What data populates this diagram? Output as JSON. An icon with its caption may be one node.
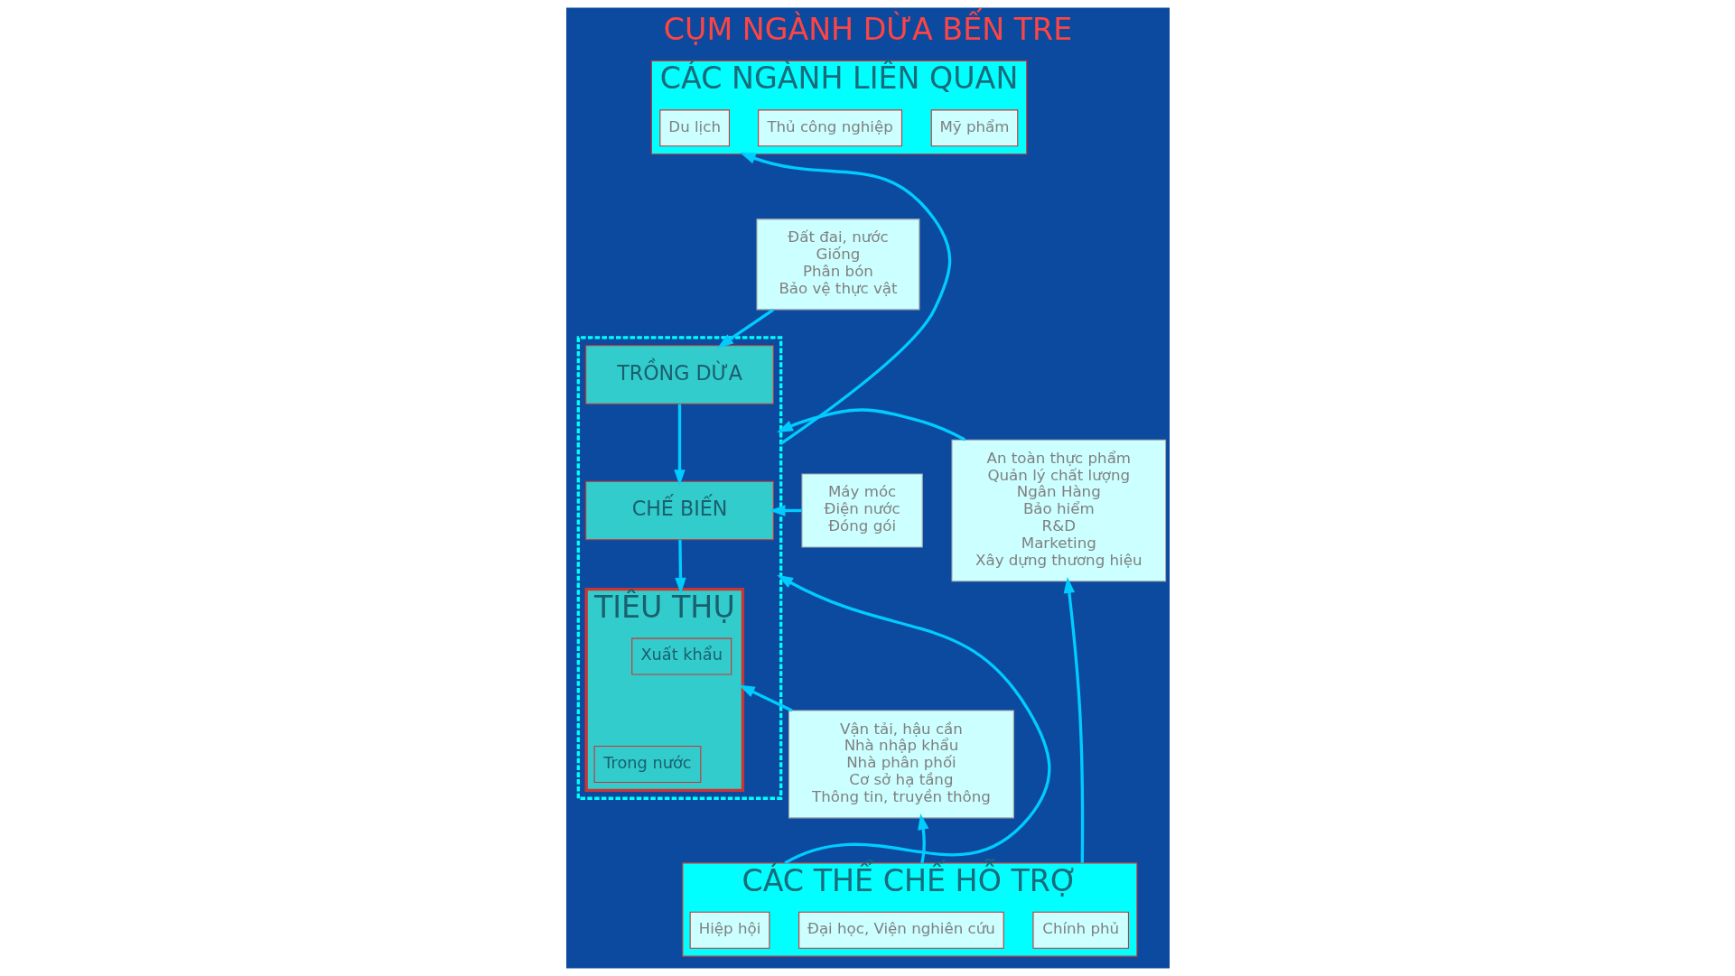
{
  "diagram": {
    "title": "CỤM NGÀNH DỪA BẾN TRE",
    "nodes": [
      {
        "text": [
          "CÁC NGÀNH LIÊN QUAN"
        ]
      },
      {
        "text": [
          "Mỹ phẩm"
        ],
        "in": 0
      },
      {
        "text": [
          "Du lịch"
        ],
        "in": 0
      },
      {
        "text": [
          "Thủ công nghiệp"
        ],
        "in": 0
      },
      {
        "text": [
          "An toàn thực phẩm",
          "Quản lý chất lượng",
          "Ngân Hàng",
          "Bảo hiểm",
          "R&D",
          "Marketing",
          "Xây dựng thương hiệu"
        ]
      },
      {
        "text": [],
        "shape": "box"
      },
      {
        "text": [
          "TRỒNG DỪA"
        ],
        "in": 5
      },
      {
        "text": [
          "CHẾ BIẾN"
        ],
        "in": 5
      },
      {
        "text": [
          "TIÊU THỤ"
        ],
        "in": 5
      },
      {
        "text": [
          "Trong nước"
        ],
        "in": 8
      },
      {
        "text": [
          "Xuất khẩu"
        ],
        "in": 8
      },
      {
        "text": [
          "Đất đai, nước",
          "Giống",
          "Phân bón",
          "Bảo vệ thực vật"
        ]
      },
      {
        "text": [
          "Máy móc",
          "Điện nước",
          "Đóng gói"
        ]
      },
      {
        "text": [
          "Vận tải, hậu cần",
          "Nhà nhập khẩu",
          "Nhà phân phối",
          "Cơ sở hạ tầng",
          "Thông tin, truyền thông"
        ]
      },
      {
        "text": [
          "CÁC THỂ CHẾ HỖ TRỢ"
        ]
      },
      {
        "text": [
          "Chính phủ"
        ],
        "in": 14
      },
      {
        "text": [
          "Hiệp hội"
        ],
        "in": 14
      },
      {
        "text": [
          "Đại học, Viện nghiên cứu"
        ],
        "in": 14
      }
    ],
    "edges": [
      {
        "from": 5,
        "to": 0,
        "arrow": "to"
      },
      {
        "from": 6,
        "to": 7,
        "arrow": "to"
      },
      {
        "from": 7,
        "to": 8,
        "arrow": "to"
      },
      {
        "from": 4,
        "to": 5,
        "arrow": "to"
      },
      {
        "from": 11,
        "to": 6,
        "arrow": "to"
      },
      {
        "from": 12,
        "to": 7,
        "arrow": "to"
      },
      {
        "from": 13,
        "to": 8,
        "arrow": "to"
      },
      {
        "from": 14,
        "to": 5,
        "arrow": "to"
      },
      {
        "from": 14,
        "to": 4,
        "arrow": "to"
      },
      {
        "from": 14,
        "to": 13,
        "arrow": "to"
      }
    ]
  }
}
